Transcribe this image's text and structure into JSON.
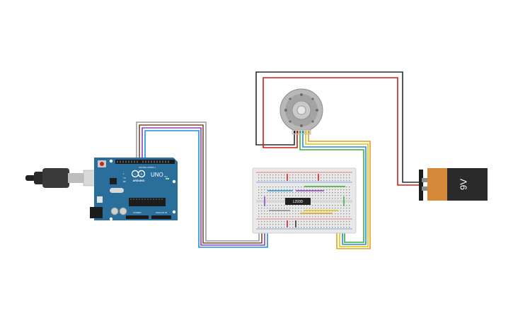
{
  "arduino": {
    "brand": "ARDUINO",
    "model": "UNO",
    "digital_label": "DIGITAL (PWM~)",
    "power_label": "POWER",
    "analog_label": "ANALOG IN",
    "reset_label": "RESET",
    "ioref_label": "IOREF",
    "on_label": "ON",
    "tx_label": "TX",
    "rx_label": "RX",
    "l_label": "L"
  },
  "battery": {
    "label": "9V"
  },
  "driver_chip": {
    "label": "L293D"
  },
  "colors": {
    "wire_black": "#2b2b2b",
    "wire_red": "#d11a1a",
    "wire_blue": "#1f8fd6",
    "wire_gray": "#9a9a9a",
    "wire_brown": "#7a4a2a",
    "wire_orange": "#e0a020",
    "wire_green": "#3fae3f",
    "wire_yellow": "#e6c000",
    "wire_purple": "#8a3fc6",
    "arduino_board": "#2a6f9c",
    "battery_body": "#d58a3a",
    "battery_cap": "#2a2a2a",
    "breadboard": "#e9e9e9"
  },
  "icons": [
    "usb-cable-icon",
    "motor-icon",
    "battery-icon",
    "breadboard-icon",
    "arduino-board-icon",
    "ic-chip-icon"
  ]
}
